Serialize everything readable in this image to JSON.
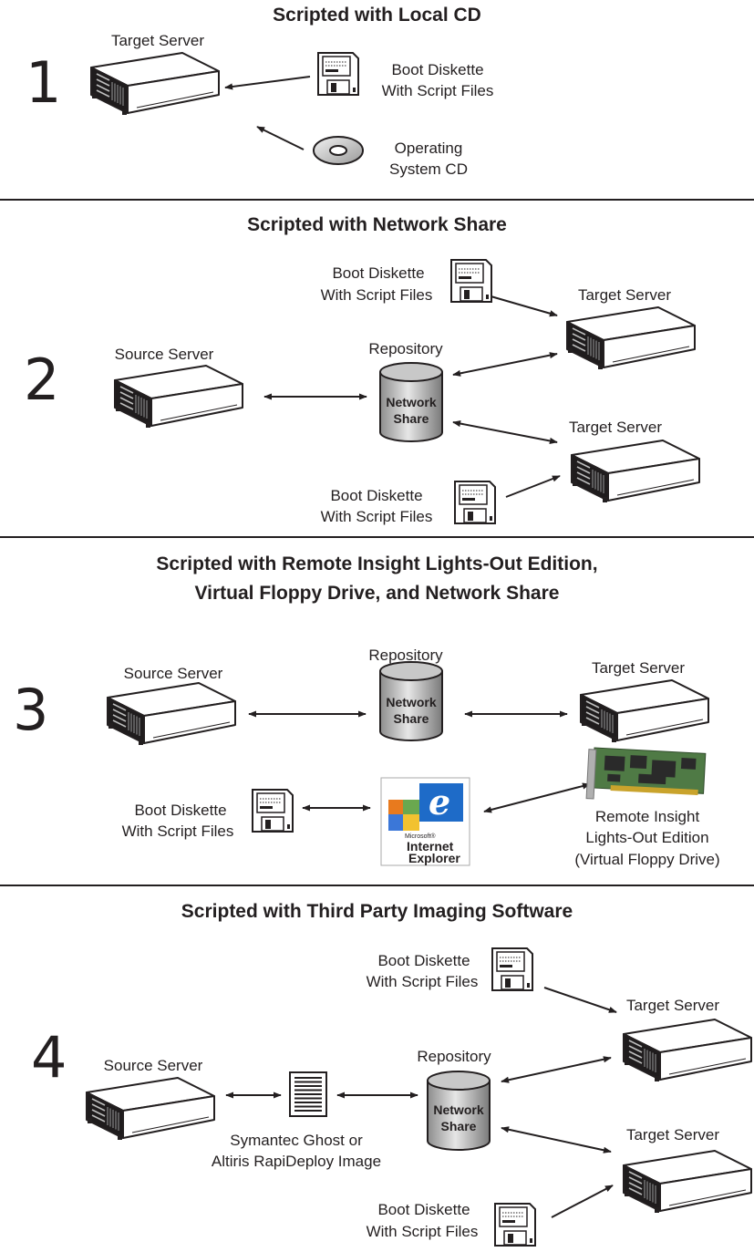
{
  "sections": [
    {
      "number": "1",
      "title": "Scripted with Local CD",
      "labels": {
        "target_server": "Target Server",
        "boot_diskette": [
          "Boot Diskette",
          "With Script Files"
        ],
        "os_cd": [
          "Operating",
          "System CD"
        ]
      }
    },
    {
      "number": "2",
      "title": "Scripted with Network Share",
      "labels": {
        "boot_diskette_top": [
          "Boot Diskette",
          "With Script Files"
        ],
        "target_server_top": "Target Server",
        "source_server": "Source Server",
        "repository": "Repository",
        "share": [
          "Network",
          "Share"
        ],
        "target_server_bottom": "Target Server",
        "boot_diskette_bottom": [
          "Boot Diskette",
          "With Script Files"
        ]
      }
    },
    {
      "number": "3",
      "title_lines": [
        "Scripted with Remote Insight Lights-Out Edition,",
        "Virtual Floppy Drive, and Network Share"
      ],
      "labels": {
        "source_server": "Source Server",
        "repository": "Repository",
        "share": [
          "Network",
          "Share"
        ],
        "target_server": "Target Server",
        "boot_diskette": [
          "Boot Diskette",
          "With Script Files"
        ],
        "browser_logo": [
          "Microsoft®",
          "Internet",
          "Explorer"
        ],
        "rilo": [
          "Remote Insight",
          "Lights-Out Edition",
          "(Virtual Floppy Drive)"
        ]
      }
    },
    {
      "number": "4",
      "title": "Scripted with Third Party Imaging Software",
      "labels": {
        "boot_diskette_top": [
          "Boot Diskette",
          "With Script Files"
        ],
        "target_server_top": "Target Server",
        "repository": "Repository",
        "source_server": "Source Server",
        "share": [
          "Network",
          "Share"
        ],
        "image": [
          "Symantec Ghost or",
          "Altiris RapiDeploy Image"
        ],
        "target_server_bottom": "Target Server",
        "boot_diskette_bottom": [
          "Boot Diskette",
          "With Script Files"
        ]
      }
    }
  ],
  "colors": {
    "ink": "#231f20",
    "background": "#ffffff",
    "ie_blue": "#1e6bc8",
    "card_green": "#4f7a45"
  }
}
